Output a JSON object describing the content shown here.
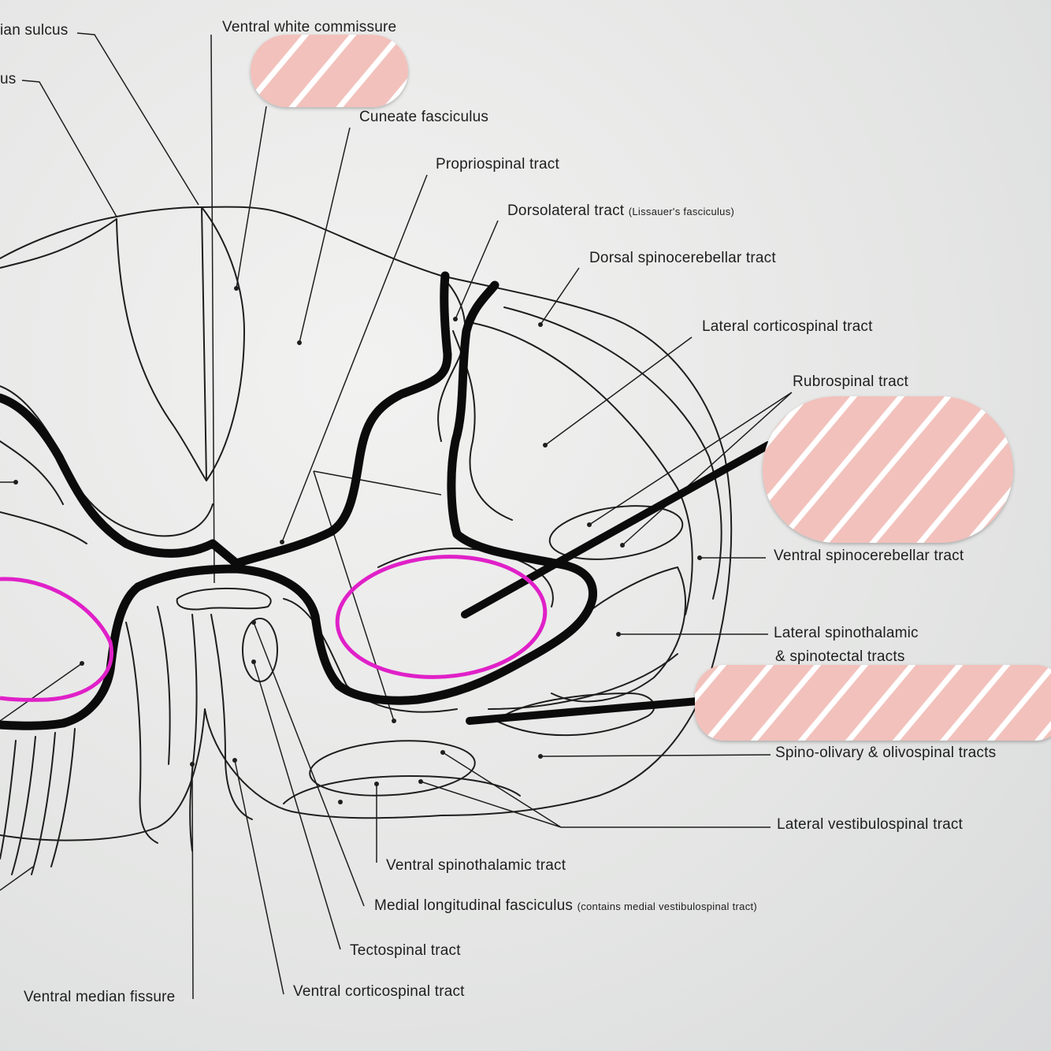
{
  "labels": {
    "median_sulcus": "ian sulcus",
    "sulcus_partial": "us",
    "ventral_white_commissure": "Ventral white commissure",
    "cuneate_fasciculus": "Cuneate fasciculus",
    "propriospinal_tract": "Propriospinal tract",
    "dorsolateral_tract": "Dorsolateral tract",
    "dorsolateral_note": "(Lissauer's fasciculus)",
    "dorsal_spinocerebellar_tract": "Dorsal spinocerebellar tract",
    "lateral_corticospinal_tract": "Lateral corticospinal tract",
    "rubrospinal_tract": "Rubrospinal tract",
    "ventral_spinocerebellar_tract": "Ventral spinocerebellar tract",
    "lateral_spinothalamic_line1": "Lateral spinothalamic",
    "lateral_spinothalamic_line2": "& spinotectal tracts",
    "spino_olivary_tracts": "Spino-olivary & olivospinal tracts",
    "lateral_vestibulospinal_tract": "Lateral vestibulospinal tract",
    "ventral_spinothalamic_tract": "Ventral spinothalamic tract",
    "medial_longitudinal_fasciculus": "Medial longitudinal fasciculus",
    "mlf_note": "(contains medial vestibulospinal tract)",
    "tectospinal_tract": "Tectospinal tract",
    "ventral_median_fissure": "Ventral median fissure",
    "ventral_corticospinal_tract": "Ventral corticospinal tract"
  },
  "colors": {
    "ink": "#1e1e1e",
    "highlight_magenta": "#e020c8",
    "redaction_pink": "#f2c1bc",
    "redaction_stripe": "#ffffff"
  }
}
